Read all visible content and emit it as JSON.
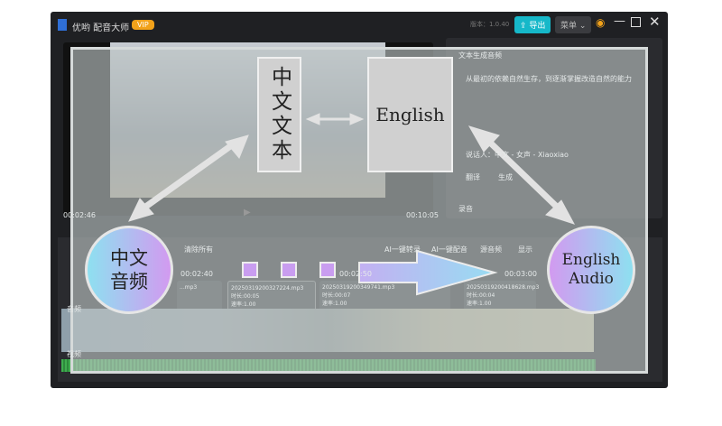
{
  "app": {
    "title": "优哟 配音大师",
    "vip": "VIP",
    "version": "版本：1.0.40",
    "export": "导出",
    "menu": "菜单"
  },
  "player": {
    "current": "00:02:46",
    "total": "00:10:05"
  },
  "panel": {
    "tts_title": "文本生成音频",
    "text": "从最初的依赖自然生存，到逐渐掌握改造自然的能力",
    "voice": "说话人：中文 - 女声 - Xiaoxiao",
    "translate": "翻译",
    "generate": "生成",
    "record": "录音"
  },
  "toolbar": {
    "clear": "清除所有",
    "transcribe": "AI一键转录",
    "dub": "AI一键配音",
    "source": "源音频",
    "show": "显示"
  },
  "ruler": [
    "00:02:40",
    "00:02:50",
    "00:03:00"
  ],
  "tracks": {
    "audio": "音频",
    "video": "视频"
  },
  "clips": [
    {
      "name": "...mp3",
      "dur": "",
      "rate": ""
    },
    {
      "name": "20250319200327224.mp3",
      "dur": "时长:00:05",
      "rate": "速率:1.00"
    },
    {
      "name": "20250319200349741.mp3",
      "dur": "时长:00:07",
      "rate": "速率:1.00"
    },
    {
      "name": "20250319200418628.mp3",
      "dur": "时长:00:04",
      "rate": "速率:1.00"
    }
  ],
  "diagram": {
    "chinese_text": "中文文本",
    "english_text": "English",
    "chinese_audio": "中文\n音频",
    "english_audio": "English\nAudio"
  }
}
